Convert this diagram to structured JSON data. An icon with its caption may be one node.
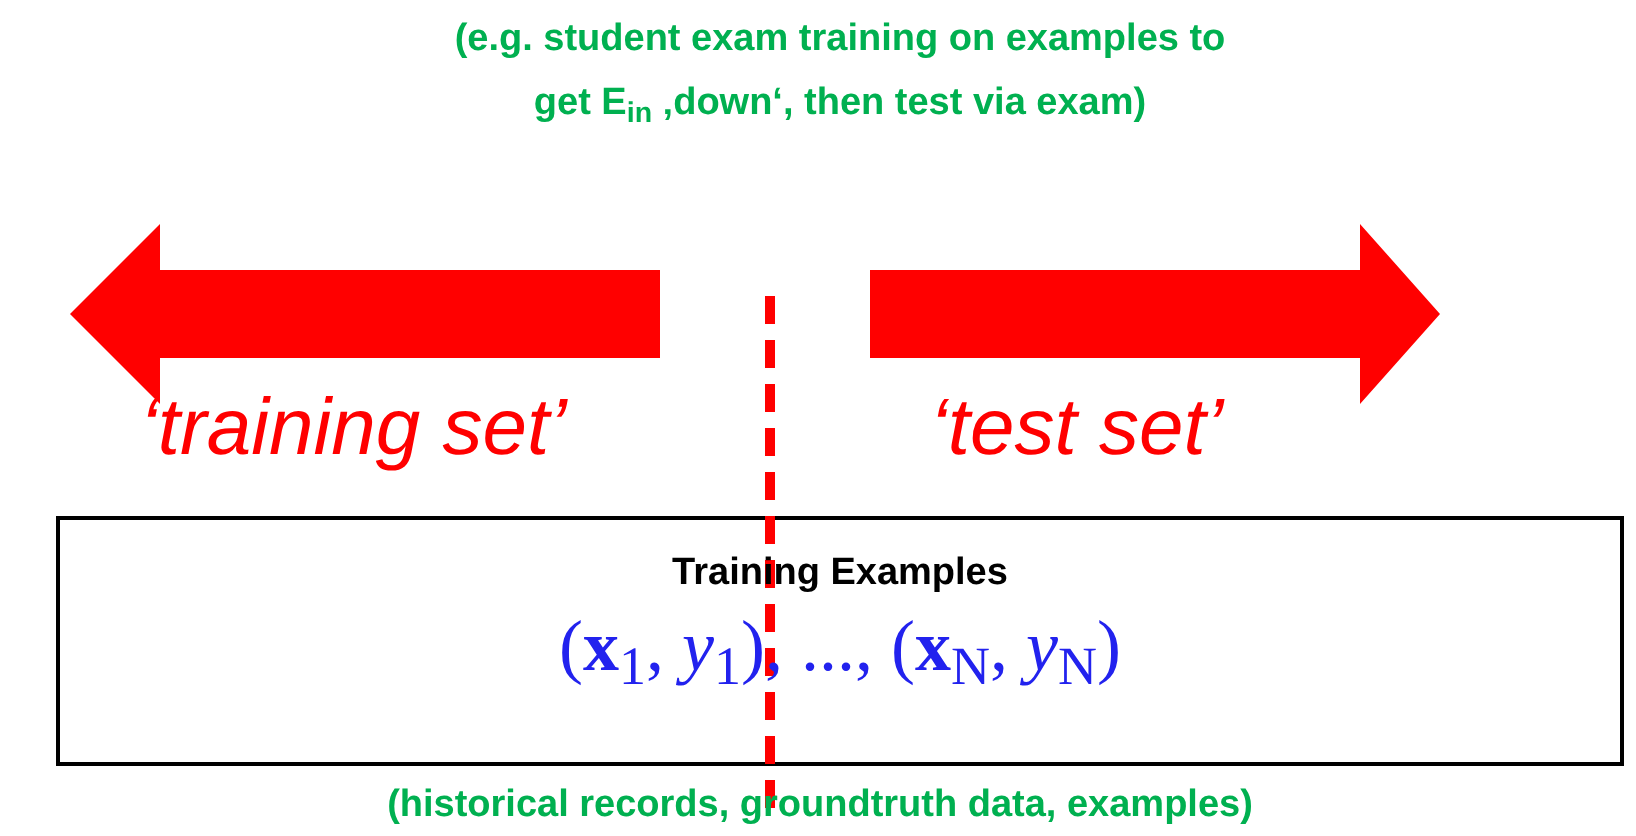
{
  "diagram": {
    "nodes": [
      {
        "text": [
          "Training Examples",
          "(**x**$_{1}$, *y*$_{1}$), ..., (**x**$_{N}$, *y*$_{N}$)"
        ]
      }
    ],
    "labels": [
      "(e.g. student exam training on examples to get E$_{in}$ ‚down‘, then test via exam)",
      "‘training set’",
      "‘test set’",
      "(historical records, groundtruth data, examples)"
    ]
  }
}
